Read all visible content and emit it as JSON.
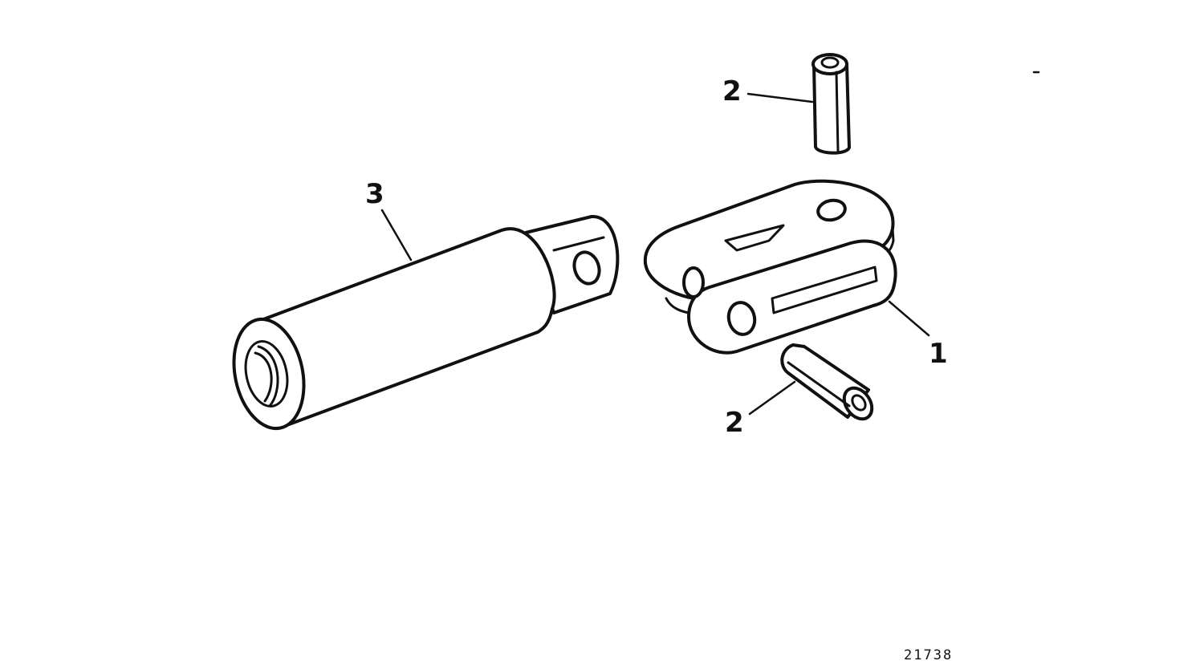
{
  "callouts": {
    "clevis": "1",
    "pin_upper": "2",
    "pin_lower": "2",
    "extension": "3"
  },
  "figure_number": "21738"
}
